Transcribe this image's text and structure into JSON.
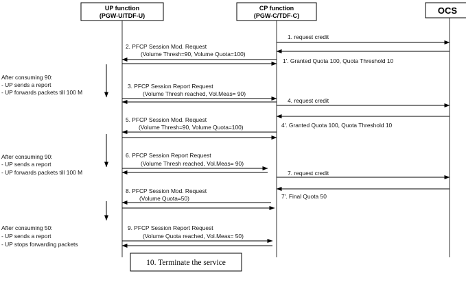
{
  "participants": {
    "up": {
      "line1": "UP function",
      "line2": "(PGW-U/TDF-U)"
    },
    "cp": {
      "line1": "CP function",
      "line2": "(PGW-C/TDF-C)"
    },
    "ocs": {
      "label": "OCS"
    }
  },
  "messages": [
    {
      "label": "1.  request credit",
      "sub": ""
    },
    {
      "label": "2.     PFCP Session Mod. Request",
      "sub": "(Volume Thresh=90, Volume Quota=100)"
    },
    {
      "label": "1'.  Granted Quota 100, Quota Threshold 10",
      "sub": ""
    },
    {
      "label": "3. PFCP Session Report Request",
      "sub": "(Volume Thresh reached, Vol.Meas= 90)"
    },
    {
      "label": "4.  request credit",
      "sub": ""
    },
    {
      "label": "5.     PFCP Session Mod. Request",
      "sub": "(Volume Thresh=90, Volume Quota=100)"
    },
    {
      "label": "4'.  Granted Quota 100, Quota Threshold 10",
      "sub": ""
    },
    {
      "label": "6. PFCP Session Report Request",
      "sub": "(Volume Thresh reached, Vol.Meas= 90)"
    },
    {
      "label": "7.  request credit",
      "sub": ""
    },
    {
      "label": "8.     PFCP Session Mod. Request",
      "sub": "(Volume Quota=50)"
    },
    {
      "label": "7'.  Final Quota 50",
      "sub": ""
    },
    {
      "label": "9.  PFCP Session Report Request",
      "sub": "(Volume Quota reached, Vol.Meas= 50)"
    }
  ],
  "notes": [
    {
      "lines": [
        "After consuming 90:",
        "- UP sends a report",
        "- UP forwards packets till 100 M"
      ]
    },
    {
      "lines": [
        "After consuming 90:",
        "- UP sends a report",
        "- UP forwards packets  till 100 M"
      ]
    },
    {
      "lines": [
        "After consuming 50:",
        "- UP sends a report",
        "- UP stops forwarding packets"
      ]
    }
  ],
  "terminate": {
    "label": "10. Terminate the service"
  }
}
